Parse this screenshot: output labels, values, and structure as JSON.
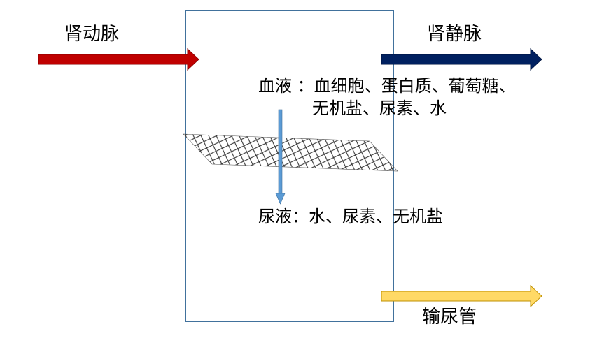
{
  "labels": {
    "renal_artery": "肾动脉",
    "renal_vein": "肾静脉",
    "blood_line1": "血液 ：血细胞、蛋白质、葡萄糖、",
    "blood_line2": "无机盐、尿素、水",
    "urine": "尿液：水、尿素、无机盐",
    "ureter": "输尿管"
  },
  "colors": {
    "box_border": "#41719c",
    "artery_arrow": "#c00000",
    "vein_arrow": "#002060",
    "ureter_arrow": "#ffd966",
    "filter_arrow": "#5b9bd5",
    "mesh": "#333333",
    "text": "#000000"
  },
  "icons": {
    "filter_membrane": "crosshatch-mesh"
  }
}
